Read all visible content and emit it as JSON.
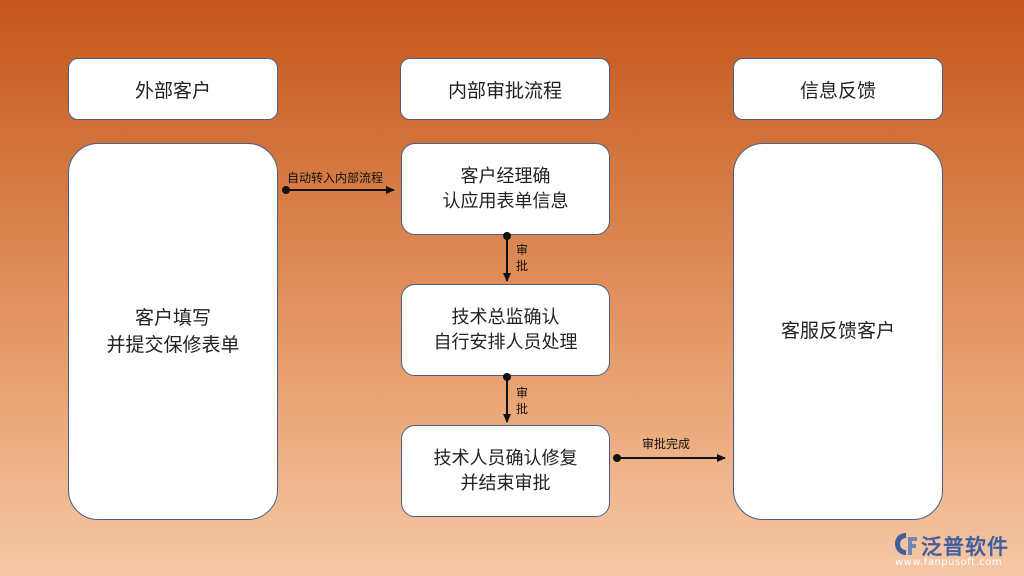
{
  "headers": {
    "external": "外部客户",
    "internal": "内部审批流程",
    "feedback": "信息反馈"
  },
  "panels": {
    "customer": [
      "客户填写",
      "并提交保修表单"
    ],
    "service": [
      "客服反馈客户"
    ]
  },
  "steps": [
    [
      "客户经理确",
      "认应用表单信息"
    ],
    [
      "技术总监确认",
      "自行安排人员处理"
    ],
    [
      "技术人员确认修复",
      "并结束审批"
    ]
  ],
  "arrow_labels": {
    "to_internal": "自动转入内部流程",
    "approve_1": "审批",
    "approve_2": "审批",
    "complete": "审批完成"
  },
  "logo": {
    "name": "泛普软件",
    "url": "www.fanpusoft.com",
    "icon": "fanpu-logo-icon"
  }
}
